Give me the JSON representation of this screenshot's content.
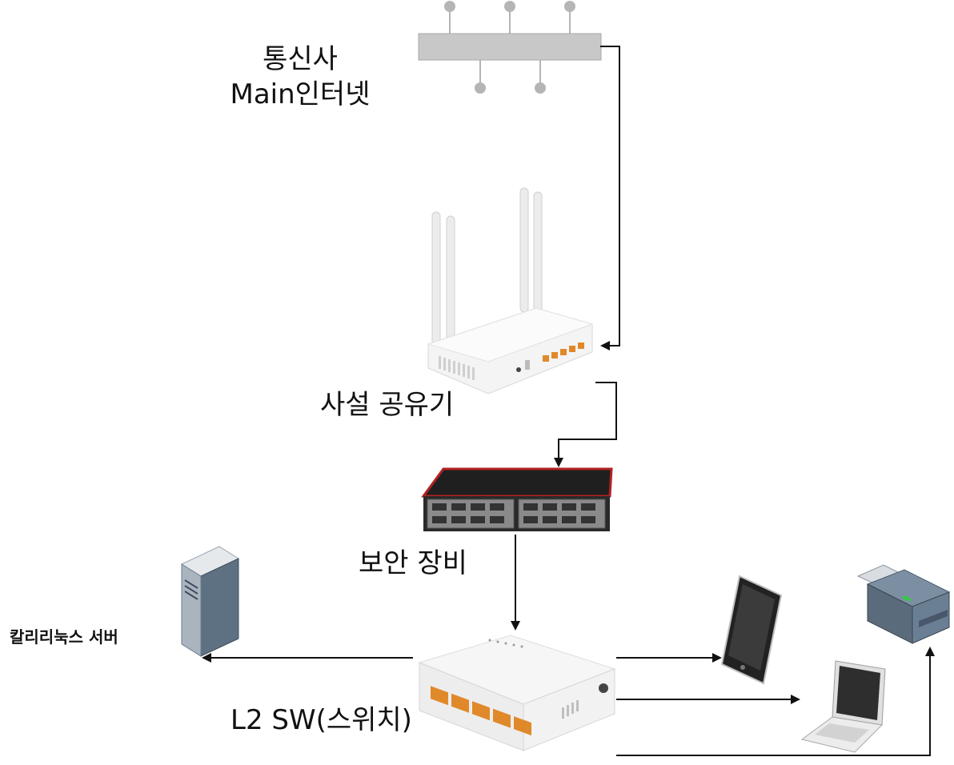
{
  "nodes": {
    "isp": {
      "label_line1": "통신사",
      "label_line2": "Main인터넷"
    },
    "router": {
      "label": "사설 공유기"
    },
    "security": {
      "label": "보안 장비"
    },
    "switch": {
      "label": "L2 SW(스위치)"
    },
    "kali": {
      "label": "칼리리눅스 서버"
    }
  },
  "colors": {
    "line": "#111111",
    "isp_bar": "#c8c8c8",
    "node_dot": "#b5b5b5",
    "router_body": "#f4f4f4",
    "port_orange": "#e0892a",
    "security_body": "#2a2a2a",
    "security_top": "#b22222",
    "server_body": "#5d7183",
    "tablet_screen": "#3b3b3b",
    "printer_body": "#6a7f93"
  },
  "icons": [
    "isp-network-icon",
    "router-icon",
    "security-appliance-icon",
    "switch-icon",
    "server-icon",
    "tablet-icon",
    "laptop-icon",
    "printer-icon"
  ]
}
